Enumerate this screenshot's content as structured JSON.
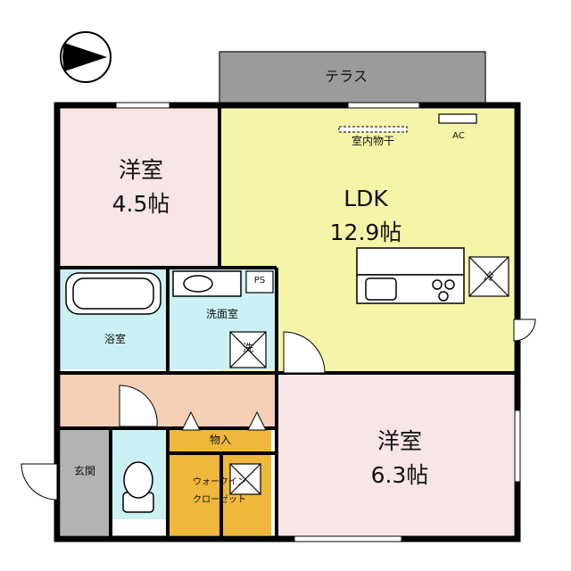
{
  "colors": {
    "wall": "#000000",
    "ldk": "#f6f4a9",
    "bedroom": "#f8e5e5",
    "wet": "#ccf1f4",
    "hall": "#f6cfb7",
    "entrance": "#b3b3b3",
    "storage": "#f0b83a",
    "terrace": "#9b9b9b"
  },
  "north_arrow": {
    "icon": "compass-north-arrow"
  },
  "terrace": {
    "label": "テラス"
  },
  "ldk": {
    "name": "LDK",
    "size": "12.9帖",
    "laundry_label": "室内物干",
    "ac_label": "AC",
    "fridge_label": "冷"
  },
  "bedroom1": {
    "name": "洋室",
    "size": "4.5帖"
  },
  "bedroom2": {
    "name": "洋室",
    "size": "6.3帖"
  },
  "bath": {
    "label": "浴室"
  },
  "washroom": {
    "label": "洗面室",
    "machine_label": "洗",
    "ps_label": "PS"
  },
  "entrance": {
    "label": "玄関"
  },
  "storage": {
    "label": "物入"
  },
  "closet": {
    "line1": "ウォークイン",
    "line2": "クローゼット"
  }
}
